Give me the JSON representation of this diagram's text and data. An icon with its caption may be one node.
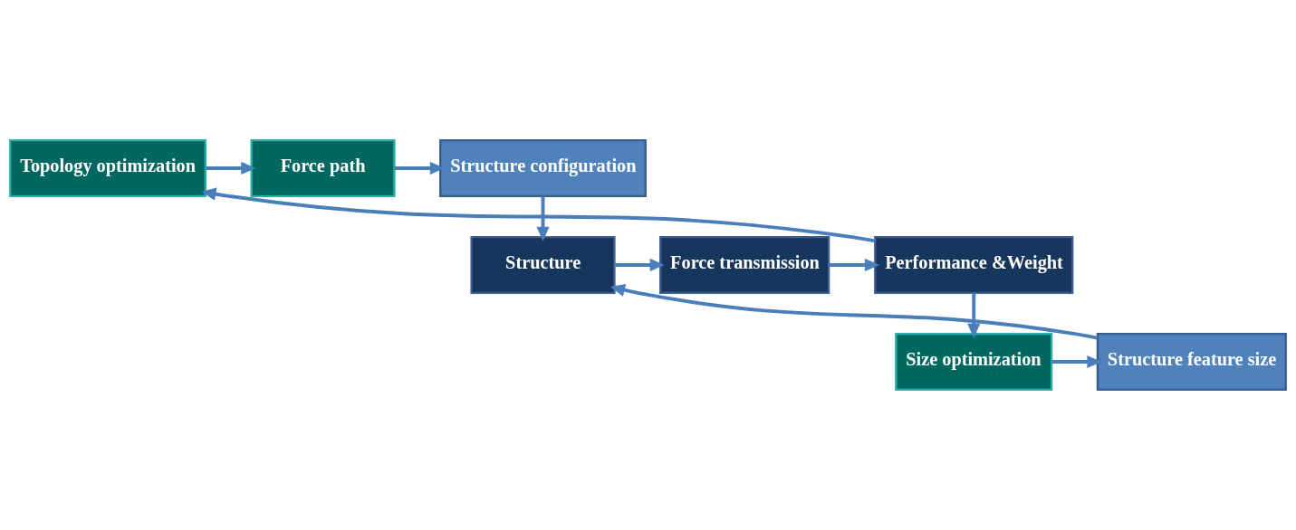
{
  "diagram": {
    "nodes": [
      {
        "text": [
          "Structure configuration"
        ]
      },
      {
        "text": [
          "Force path"
        ]
      },
      {
        "text": [
          "Topology optimization"
        ]
      },
      {
        "text": [
          "Structure"
        ]
      },
      {
        "text": [
          "Force transmission"
        ]
      },
      {
        "text": [
          "Performance &Weight"
        ]
      },
      {
        "text": [
          "Structure feature size"
        ]
      },
      {
        "text": [
          "Size optimization"
        ]
      }
    ],
    "edges": [
      {
        "from": 1,
        "to": 0,
        "arrow": "to"
      },
      {
        "from": 2,
        "to": 1,
        "arrow": "to"
      },
      {
        "from": 0,
        "to": 3,
        "arrow": "to"
      },
      {
        "from": 3,
        "to": 4,
        "arrow": "to"
      },
      {
        "from": 4,
        "to": 5,
        "arrow": "to"
      },
      {
        "from": 5,
        "to": 2,
        "arrow": "to"
      },
      {
        "from": 5,
        "to": 7,
        "arrow": "to"
      },
      {
        "from": 7,
        "to": 6,
        "arrow": "to"
      },
      {
        "from": 6,
        "to": 3,
        "arrow": "to"
      }
    ]
  }
}
